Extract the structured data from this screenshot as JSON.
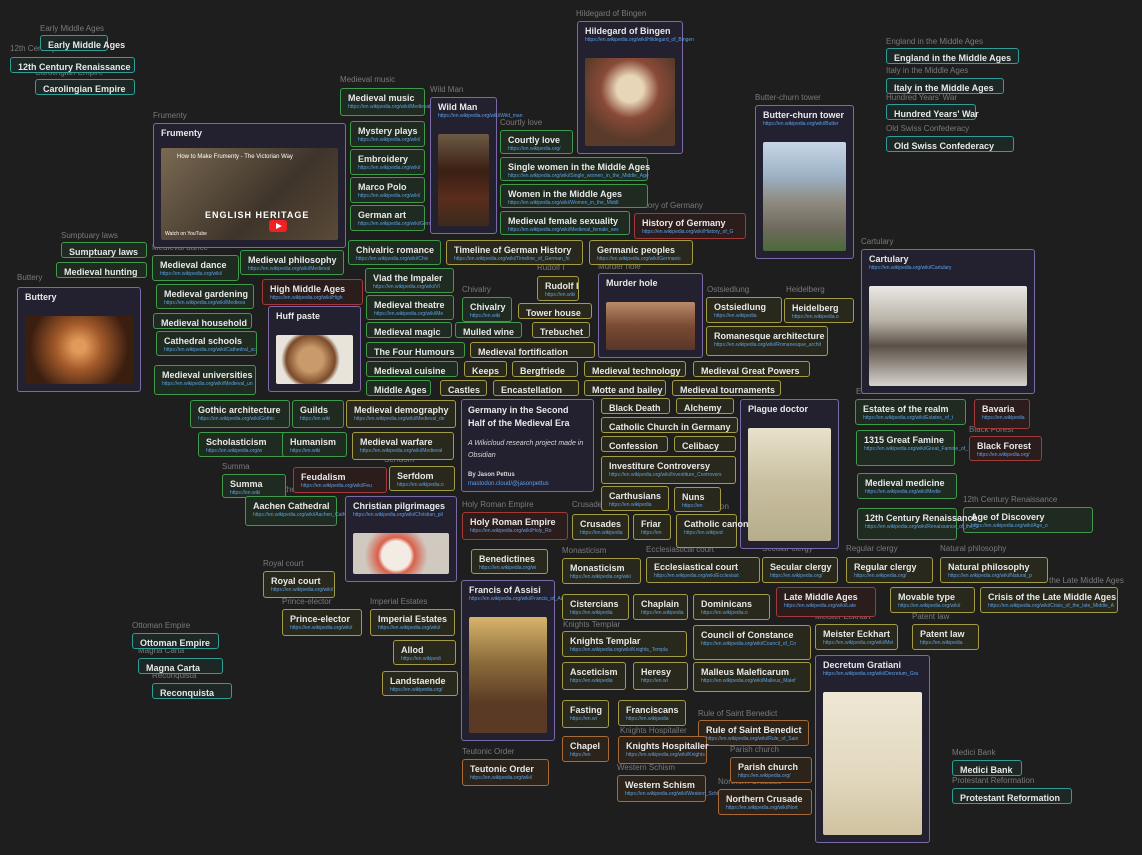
{
  "labels": [
    "Early Middle Ages",
    "12th Century Renaissance",
    "Carolingian Empire",
    "Medieval music",
    "Wild Man",
    "Hildegard of Bingen",
    "Frumenty",
    "Courtly love",
    "Butter-churn tower",
    "England in the Middle Ages",
    "Italy in the Middle Ages",
    "Hundred Years' War",
    "Old Swiss Confederacy",
    "History of Germany",
    "Sumptuary laws",
    "Medieval dance",
    "Buttery",
    "Cartulary",
    "Rudolf I",
    "Murder hole",
    "Chivalry",
    "Ostsiedlung",
    "Heidelberg",
    "Gothic architecture",
    "Estates of the realm",
    "Bavaria",
    "Black Forest",
    "Summa",
    "Serfdom",
    "Aachen Cathedral",
    "Holy Roman Empire",
    "Crusades",
    "Catholic canon",
    "12th Century Renaissance",
    "Monasticism",
    "Ecclesiastical court",
    "Secular clergy",
    "Regular clergy",
    "Natural philosophy",
    "Royal court",
    "Prince-elector",
    "Imperial Estates",
    "Ottoman Empire",
    "Magna Carta",
    "Reconquista",
    "Knights Templar",
    "Meister Eckhart",
    "Patent law",
    "Teutonic Order",
    "Rule of Saint Benedict",
    "Knights Hospitaller",
    "Parish church",
    "Western Schism",
    "Medici Bank",
    "Protestant Reformation",
    "Crisis of the Late Middle Ages",
    "Northern Crusade"
  ],
  "center": {
    "title": "Germany in the Second Half of the Medieval Era",
    "subtitle": "A Wikicloud research project made in Obsidian",
    "author": "By Jason Pettus",
    "handle": "mastodon.cloud/@jasonpettus"
  },
  "video": {
    "title": "How to Make Frumenty - The Victorian Way",
    "brand": "ENGLISH HERITAGE",
    "watch": "Watch on YouTube"
  },
  "cards": [
    {
      "t": "Early Middle Ages",
      "c": "c"
    },
    {
      "t": "12th Century Renaissance",
      "c": "c"
    },
    {
      "t": "Carolingian Empire",
      "c": "c"
    },
    {
      "t": "Medieval music",
      "u": "https://en.wikipedia.org/wiki/Medieval_music",
      "c": "g"
    },
    {
      "t": "Mystery plays",
      "u": "https://en.wikipedia.org/wiki/",
      "c": "g"
    },
    {
      "t": "Embroidery",
      "u": "https://en.wikipedia.org/wiki/",
      "c": "g"
    },
    {
      "t": "Marco Polo",
      "u": "https://en.wikipedia.org/wiki/",
      "c": "g"
    },
    {
      "t": "German art",
      "u": "https://en.wikipedia.org/wiki/German_art",
      "c": "g"
    },
    {
      "t": "Wild Man",
      "u": "https://en.wikipedia.org/wiki/Wild_man",
      "c": "p"
    },
    {
      "t": "Hildegard of Bingen",
      "u": "https://en.wikipedia.org/wiki/Hildegard_of_Bingen",
      "c": "p"
    },
    {
      "t": "Frumenty",
      "c": "p"
    },
    {
      "t": "Courtly love",
      "u": "https://en.wikipedia.org/",
      "c": "g"
    },
    {
      "t": "Single women in the Middle Ages",
      "u": "https://en.wikipedia.org/wiki/Single_women_in_the_Middle_Age",
      "c": "g"
    },
    {
      "t": "Women in the Middle Ages",
      "u": "https://en.wikipedia.org/wiki/Women_in_the_Middl",
      "c": "g"
    },
    {
      "t": "Medieval female sexuality",
      "u": "https://en.wikipedia.org/wiki/Medieval_female_sex",
      "c": "g"
    },
    {
      "t": "Butter-churn tower",
      "u": "https://en.wikipedia.org/wiki/Butter",
      "c": "p"
    },
    {
      "t": "England in the Middle Ages",
      "c": "c"
    },
    {
      "t": "Italy in the Middle Ages",
      "c": "c"
    },
    {
      "t": "Hundred Years' War",
      "c": "c"
    },
    {
      "t": "Old Swiss Confederacy",
      "c": "c"
    },
    {
      "t": "History of Germany",
      "u": "https://en.wikipedia.org/wiki/History_of_G",
      "c": "r"
    },
    {
      "t": "Chivalric romance",
      "u": "https://en.wikipedia.org/wiki/Chiv",
      "c": "g"
    },
    {
      "t": "Timeline of German History",
      "u": "https://en.wikipedia.org/wiki/Timeline_of_German_hi",
      "c": "y"
    },
    {
      "t": "Germanic peoples",
      "u": "https://en.wikipedia.org/wiki/Germanic",
      "c": "y"
    },
    {
      "t": "Sumptuary laws",
      "c": "g"
    },
    {
      "t": "Medieval hunting",
      "c": "g"
    },
    {
      "t": "Medieval dance",
      "u": "https://en.wikipedia.org/wiki/",
      "c": "g"
    },
    {
      "t": "Medieval philosophy",
      "u": "https://en.wikipedia.org/wiki/Medieval",
      "c": "g"
    },
    {
      "t": "Vlad the Impaler",
      "u": "https://en.wikipedia.org/wiki/Vl",
      "c": "g"
    },
    {
      "t": "Rudolf I",
      "u": "https://en.wiki",
      "c": "y"
    },
    {
      "t": "Murder hole",
      "c": "p"
    },
    {
      "t": "Cartulary",
      "u": "https://en.wikipedia.org/wiki/Cartulary",
      "c": "p"
    },
    {
      "t": "Buttery",
      "c": "p"
    },
    {
      "t": "High Middle Ages",
      "u": "https://en.wikipedia.org/wiki/High",
      "c": "r"
    },
    {
      "t": "Medieval gardening",
      "u": "https://en.wikipedia.org/wiki/Medieva",
      "c": "g"
    },
    {
      "t": "Medieval household",
      "c": "g"
    },
    {
      "t": "Huff paste",
      "c": "p"
    },
    {
      "t": "Medieval theatre",
      "u": "https://en.wikipedia.org/wiki/Me",
      "c": "g"
    },
    {
      "t": "Chivalry",
      "u": "https://en.wiki",
      "c": "g"
    },
    {
      "t": "Tower house",
      "c": "y"
    },
    {
      "t": "Ostsiedlung",
      "u": "https://en.wikipedia",
      "c": "y"
    },
    {
      "t": "Heidelberg",
      "u": "https://en.wikipedia.o",
      "c": "y"
    },
    {
      "t": "Cathedral schools",
      "u": "https://en.wikipedia.org/wiki/Cathedral_sc",
      "c": "g"
    },
    {
      "t": "Medieval magic",
      "c": "g"
    },
    {
      "t": "Mulled wine",
      "c": "g"
    },
    {
      "t": "Trebuchet",
      "c": "y"
    },
    {
      "t": "Romanesque architecture",
      "u": "https://en.wikipedia.org/wiki/Romanesque_archit",
      "c": "y"
    },
    {
      "t": "The Four Humours",
      "c": "g"
    },
    {
      "t": "Medieval fortification",
      "c": "y"
    },
    {
      "t": "Medieval universities",
      "u": "https://en.wikipedia.org/wiki/Medieval_un",
      "c": "g"
    },
    {
      "t": "Medieval cuisine",
      "c": "g"
    },
    {
      "t": "Keeps",
      "c": "y"
    },
    {
      "t": "Bergfriede",
      "c": "y"
    },
    {
      "t": "Medieval technology",
      "c": "y"
    },
    {
      "t": "Medieval Great Powers",
      "c": "y"
    },
    {
      "t": "Middle Ages",
      "c": "g"
    },
    {
      "t": "Castles",
      "c": "y"
    },
    {
      "t": "Encastellation",
      "c": "y"
    },
    {
      "t": "Motte and bailey",
      "c": "y"
    },
    {
      "t": "Medieval tournaments",
      "c": "y"
    },
    {
      "t": "Gothic architecture",
      "u": "https://en.wikipedia.org/wiki/Gothic",
      "c": "g"
    },
    {
      "t": "Guilds",
      "u": "https://en.wiki",
      "c": "g"
    },
    {
      "t": "Medieval demography",
      "u": "https://en.wikipedia.org/wiki/Medieval_de",
      "c": "y"
    },
    {
      "t": "Black Death",
      "c": "y"
    },
    {
      "t": "Alchemy",
      "c": "y"
    },
    {
      "t": "Plague doctor",
      "c": "p"
    },
    {
      "t": "Estates of the realm",
      "u": "https://en.wikipedia.org/wiki/Estates_of_t",
      "c": "g"
    },
    {
      "t": "Bavaria",
      "u": "https://en.wikipedia",
      "c": "r"
    },
    {
      "t": "Catholic Church in Germany",
      "c": "y"
    },
    {
      "t": "Scholasticism",
      "u": "https://en.wikipedia.org/w",
      "c": "g"
    },
    {
      "t": "Humanism",
      "u": "https://en.wiki",
      "c": "g"
    },
    {
      "t": "Medieval warfare",
      "u": "https://en.wikipedia.org/wiki/Medieval",
      "c": "y"
    },
    {
      "t": "Confession",
      "c": "y"
    },
    {
      "t": "Celibacy",
      "c": "y"
    },
    {
      "t": "1315 Great Famine",
      "u": "https://en.wikipedia.org/wiki/Great_Famine_of_1315",
      "c": "g"
    },
    {
      "t": "Black Forest",
      "u": "https://en.wikipedia.org/",
      "c": "r"
    },
    {
      "t": "Investiture Controversy",
      "u": "https://en.wikipedia.org/wiki/Investiture_Controvers",
      "c": "y"
    },
    {
      "t": "Summa",
      "u": "https://en.wiki",
      "c": "g"
    },
    {
      "t": "Feudalism",
      "u": "https://en.wikipedia.org/wiki/Feu",
      "c": "r"
    },
    {
      "t": "Serfdom",
      "u": "https://en.wikipedia.o",
      "c": "y"
    },
    {
      "t": "Medieval medicine",
      "u": "https://en.wikipedia.org/wiki/Medie",
      "c": "g"
    },
    {
      "t": "Carthusians",
      "u": "https://en.wikipedia",
      "c": "y"
    },
    {
      "t": "Nuns",
      "u": "https://en",
      "c": "y"
    },
    {
      "t": "Aachen Cathedral",
      "u": "https://en.wikipedia.org/wiki/Aachen_Cathedral",
      "c": "g"
    },
    {
      "t": "Christian pilgrimages",
      "u": "https://en.wikipedia.org/wiki/Christian_pil",
      "c": "p"
    },
    {
      "t": "Holy Roman Empire",
      "u": "https://en.wikipedia.org/wiki/Holy_Ro",
      "c": "r"
    },
    {
      "t": "Crusades",
      "u": "https://en.wikipedia",
      "c": "y"
    },
    {
      "t": "Friar",
      "u": "https://en",
      "c": "y"
    },
    {
      "t": "Catholic canon",
      "u": "https://en.wikiped",
      "c": "y"
    },
    {
      "t": "Age of Discovery",
      "u": "https://en.wikipedia.org/wiki/Age_o",
      "c": "g"
    },
    {
      "t": "12th Century Renaissance",
      "u": "https://en.wikipedia.org/wiki/Renaissance_of_the_1",
      "c": "g"
    },
    {
      "t": "Benedictines",
      "u": "https://en.wikipedia.org/wi",
      "c": "y"
    },
    {
      "t": "Monasticism",
      "u": "https://en.wikipedia.org/wiki",
      "c": "y"
    },
    {
      "t": "Ecclesiastical court",
      "u": "https://en.wikipedia.org/wiki/Ecclesiast",
      "c": "y"
    },
    {
      "t": "Secular clergy",
      "u": "https://en.wikipedia.org/",
      "c": "y"
    },
    {
      "t": "Regular clergy",
      "u": "https://en.wikipedia.org/",
      "c": "y"
    },
    {
      "t": "Natural philosophy",
      "u": "https://en.wikipedia.org/wiki/Natural_p",
      "c": "y"
    },
    {
      "t": "Royal court",
      "u": "https://en.wikipedia.org/wiki/",
      "c": "y"
    },
    {
      "t": "Francis of Assisi",
      "u": "https://en.wikipedia.org/wiki/Francis_of_Assisi",
      "c": "p"
    },
    {
      "t": "Cistercians",
      "u": "https://en.wikipedia",
      "c": "y"
    },
    {
      "t": "Chaplain",
      "u": "https://en.wikipedia",
      "c": "y"
    },
    {
      "t": "Dominicans",
      "u": "https://en.wikipedia.o",
      "c": "y"
    },
    {
      "t": "Late Middle Ages",
      "u": "https://en.wikipedia.org/wiki/Late",
      "c": "r"
    },
    {
      "t": "Movable type",
      "u": "https://en.wikipedia.org/wiki/",
      "c": "y"
    },
    {
      "t": "Crisis of the Late Middle Ages",
      "u": "https://en.wikipedia.org/wiki/Crisis_of_the_late_Middle_A",
      "c": "y"
    },
    {
      "t": "Prince-elector",
      "u": "https://en.wikipedia.org/wiki/",
      "c": "y"
    },
    {
      "t": "Imperial Estates",
      "u": "https://en.wikipedia.org/wiki/",
      "c": "y"
    },
    {
      "t": "Knights Templar",
      "u": "https://en.wikipedia.org/wiki/Knights_Templa",
      "c": "y"
    },
    {
      "t": "Council of Constance",
      "u": "https://en.wikipedia.org/wiki/Council_of_Co",
      "c": "y"
    },
    {
      "t": "Meister Eckhart",
      "u": "https://en.wikipedia.org/wiki/Mei",
      "c": "y"
    },
    {
      "t": "Patent law",
      "u": "https://en.wikipedia",
      "c": "y"
    },
    {
      "t": "Ottoman Empire",
      "c": "c"
    },
    {
      "t": "Allod",
      "u": "https://en.wikipedi",
      "c": "y"
    },
    {
      "t": "Magna Carta",
      "c": "c"
    },
    {
      "t": "Asceticism",
      "u": "https://en.wikipedia",
      "c": "y"
    },
    {
      "t": "Heresy",
      "u": "https://en.wi",
      "c": "y"
    },
    {
      "t": "Malleus Maleficarum",
      "u": "https://en.wikipedia.org/wiki/Malleus_Malef",
      "c": "y"
    },
    {
      "t": "Decretum Gratiani",
      "u": "https://en.wikipedia.org/wiki/Decretum_Gra",
      "c": "p"
    },
    {
      "t": "Landstaende",
      "u": "https://en.wikipedia.org/",
      "c": "y"
    },
    {
      "t": "Reconquista",
      "c": "c"
    },
    {
      "t": "Fasting",
      "u": "https://en.wi",
      "c": "y"
    },
    {
      "t": "Franciscans",
      "u": "https://en.wikipedia",
      "c": "y"
    },
    {
      "t": "Rule of Saint Benedict",
      "u": "https://en.wikipedia.org/wiki/Rule_of_Sain",
      "c": "o"
    },
    {
      "t": "Chapel",
      "u": "https://en",
      "c": "o"
    },
    {
      "t": "Knights Hospitaller",
      "u": "https://en.wikipedia.org/wiki/Knights",
      "c": "o"
    },
    {
      "t": "Parish church",
      "u": "https://en.wikipedia.org/",
      "c": "o"
    },
    {
      "t": "Teutonic Order",
      "u": "https://en.wikipedia.org/wiki/",
      "c": "o"
    },
    {
      "t": "Western Schism",
      "u": "https://en.wikipedia.org/wiki/Western_Schism",
      "c": "o"
    },
    {
      "t": "Northern Crusade",
      "u": "https://en.wikipedia.org/wiki/Nort",
      "c": "o"
    },
    {
      "t": "Medici Bank",
      "c": "c"
    },
    {
      "t": "Protestant Reformation",
      "c": "c"
    }
  ]
}
